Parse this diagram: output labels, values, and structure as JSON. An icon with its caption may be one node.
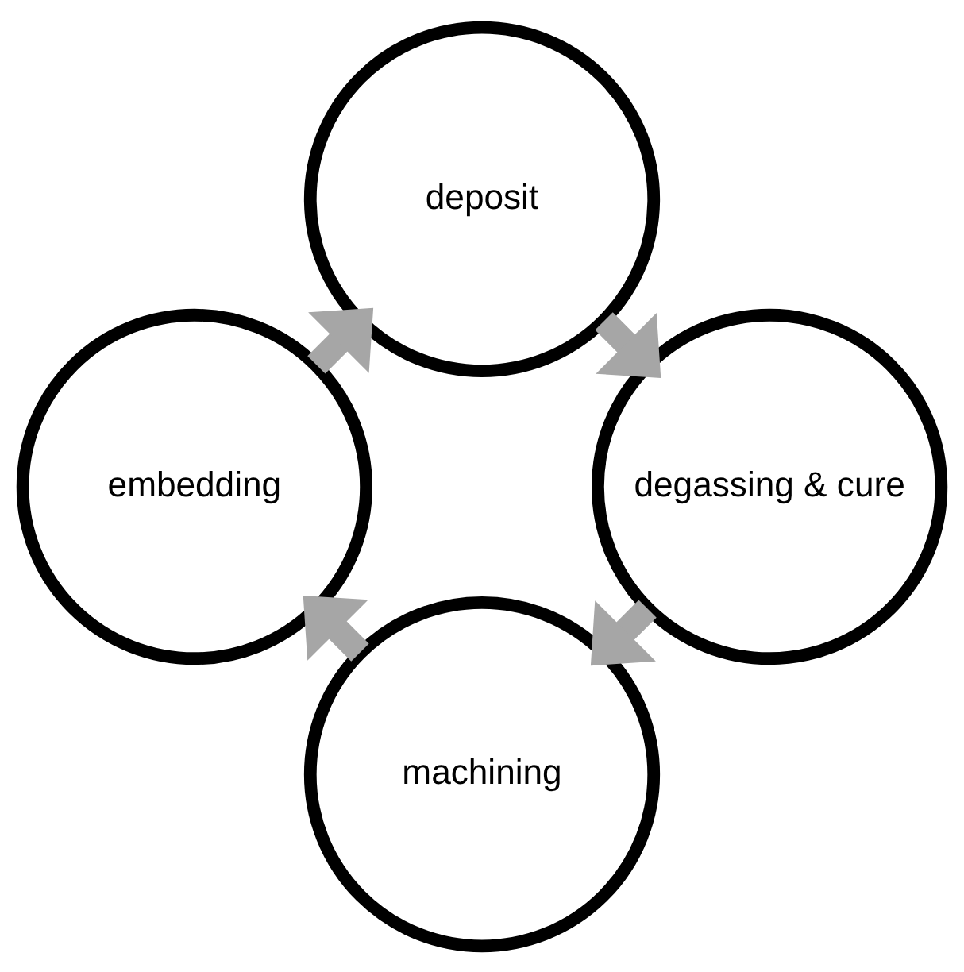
{
  "diagram": {
    "nodes": [
      {
        "text": [
          "machining"
        ]
      },
      {
        "text": [
          "embedding"
        ]
      },
      {
        "text": [
          "deposit"
        ]
      },
      {
        "text": [
          "degassing & cure"
        ]
      }
    ],
    "edges": [
      {
        "from": 0,
        "to": 1,
        "arrow": "to"
      },
      {
        "from": 1,
        "to": 2,
        "arrow": "to"
      },
      {
        "from": 2,
        "to": 3,
        "arrow": "to"
      },
      {
        "from": 3,
        "to": 0,
        "arrow": "to"
      }
    ]
  }
}
